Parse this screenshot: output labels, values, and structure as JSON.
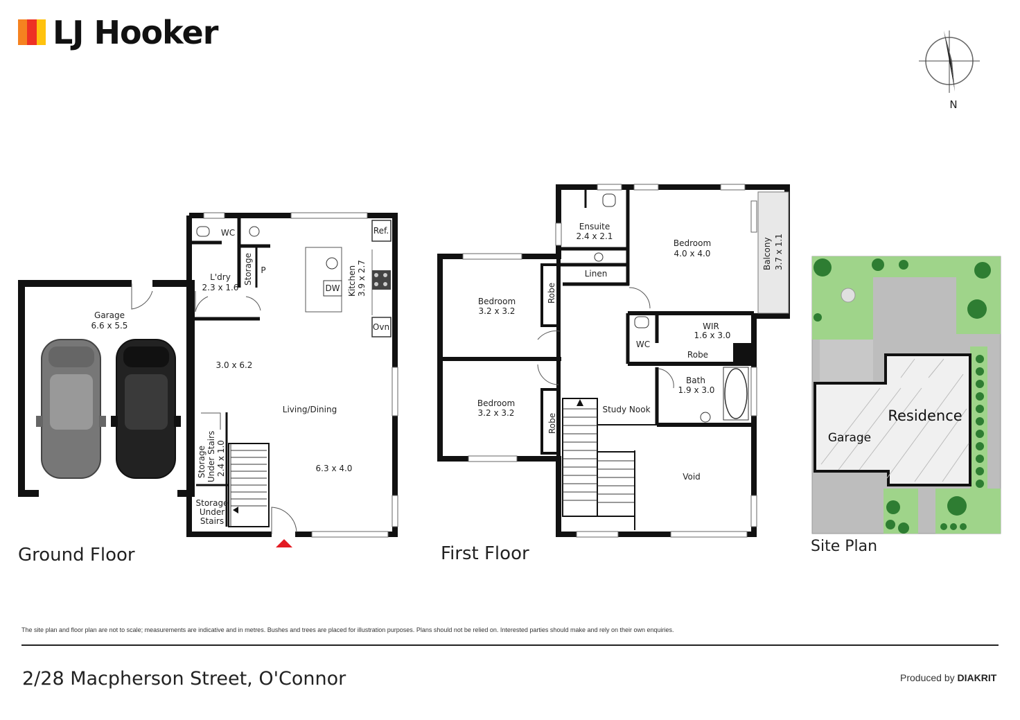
{
  "brand": {
    "name": "LJ Hooker",
    "stripe_colors": [
      "#f58220",
      "#ee3124",
      "#ffc20e"
    ]
  },
  "compass": {
    "label": "N"
  },
  "ground_floor": {
    "title": "Ground Floor",
    "rooms": {
      "garage_name": "Garage",
      "garage_size": "6.6 x 5.5",
      "wc": "WC",
      "laundry_name": "L'dry",
      "laundry_size": "2.3 x 1.6",
      "storage": "Storage",
      "pantry": "P",
      "kitchen_name": "Kitchen",
      "kitchen_size": "3.9 x 2.7",
      "fridge": "Ref.",
      "dishwasher": "DW",
      "oven": "Ovn",
      "living_size_a": "3.0 x 6.2",
      "living_name": "Living/Dining",
      "living_size_b": "6.3 x 4.0",
      "storage_under_stairs_a_1": "Storage",
      "storage_under_stairs_a_2": "Under Stairs",
      "storage_under_stairs_a_3": "2.4 x 1.0",
      "storage_under_stairs_b_1": "Storage",
      "storage_under_stairs_b_2": "Under",
      "storage_under_stairs_b_3": "Stairs"
    }
  },
  "first_floor": {
    "title": "First Floor",
    "rooms": {
      "ensuite_name": "Ensuite",
      "ensuite_size": "2.4 x 2.1",
      "bed1_name": "Bedroom",
      "bed1_size": "4.0 x 4.0",
      "balcony": "Balcony",
      "balcony_size": "3.7 x 1.1",
      "linen": "Linen",
      "bed2_name": "Bedroom",
      "bed2_size": "3.2 x 3.2",
      "bed3_name": "Bedroom",
      "bed3_size": "3.2 x 3.2",
      "robe_a": "Robe",
      "robe_b": "Robe",
      "robe_c": "Robe",
      "wc": "WC",
      "wir_name": "WIR",
      "wir_size": "1.6 x 3.0",
      "bath_name": "Bath",
      "bath_size": "1.9 x 3.0",
      "study": "Study Nook",
      "void": "Void"
    }
  },
  "site_plan": {
    "title": "Site Plan",
    "residence": "Residence",
    "garage": "Garage"
  },
  "footer": {
    "disclaimer": "The site plan and floor plan are not to scale; measurements are indicative and in metres. Bushes and trees are placed for illustration purposes. Plans should not be relied on. Interested parties should make and rely on their own enquiries.",
    "address": "2/28 Macpherson Street, O'Connor",
    "produced_prefix": "Produced by",
    "producer": "DIAKRIT"
  }
}
